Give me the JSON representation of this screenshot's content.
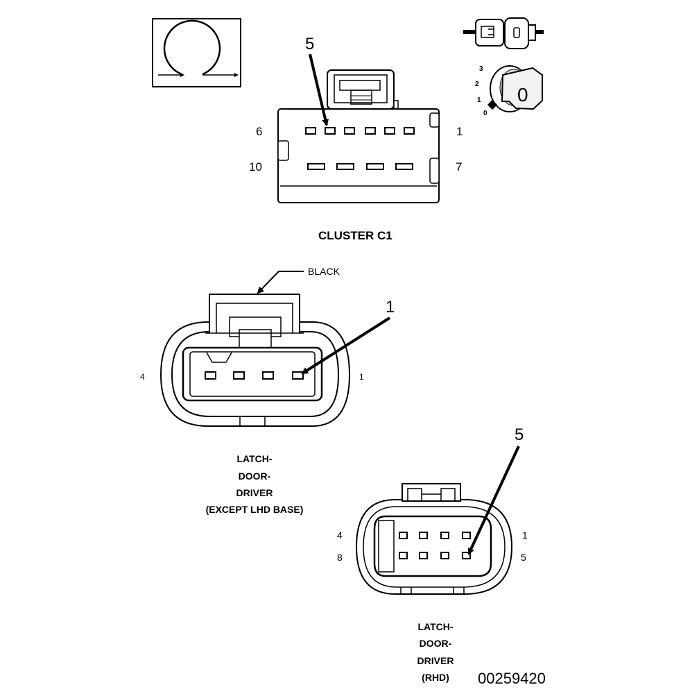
{
  "cluster": {
    "callout": "5",
    "pin_top_left": "6",
    "pin_top_right": "1",
    "pin_bottom_left": "10",
    "pin_bottom_right": "7",
    "title": "CLUSTER C1"
  },
  "key_icon": {
    "position_0": "0",
    "position_1": "1",
    "position_2": "2",
    "position_3": "3",
    "key_letter": "0"
  },
  "latch_except": {
    "color_label": "BLACK",
    "callout": "1",
    "pin_left": "4",
    "pin_right": "1",
    "caption_line1": "LATCH-",
    "caption_line2": "DOOR-",
    "caption_line3": "DRIVER",
    "caption_line4": "(EXCEPT LHD BASE)"
  },
  "latch_rhd": {
    "callout": "5",
    "pin_top_left": "4",
    "pin_top_right": "1",
    "pin_bottom_left": "8",
    "pin_bottom_right": "5",
    "caption_line1": "LATCH-",
    "caption_line2": "DOOR-",
    "caption_line3": "DRIVER",
    "caption_line4": "(RHD)"
  },
  "figure_number": "00259420",
  "icons": [
    "disconnect-symbol-icon",
    "connector-plug-icon",
    "ignition-key-icon",
    "arrow-icon"
  ]
}
